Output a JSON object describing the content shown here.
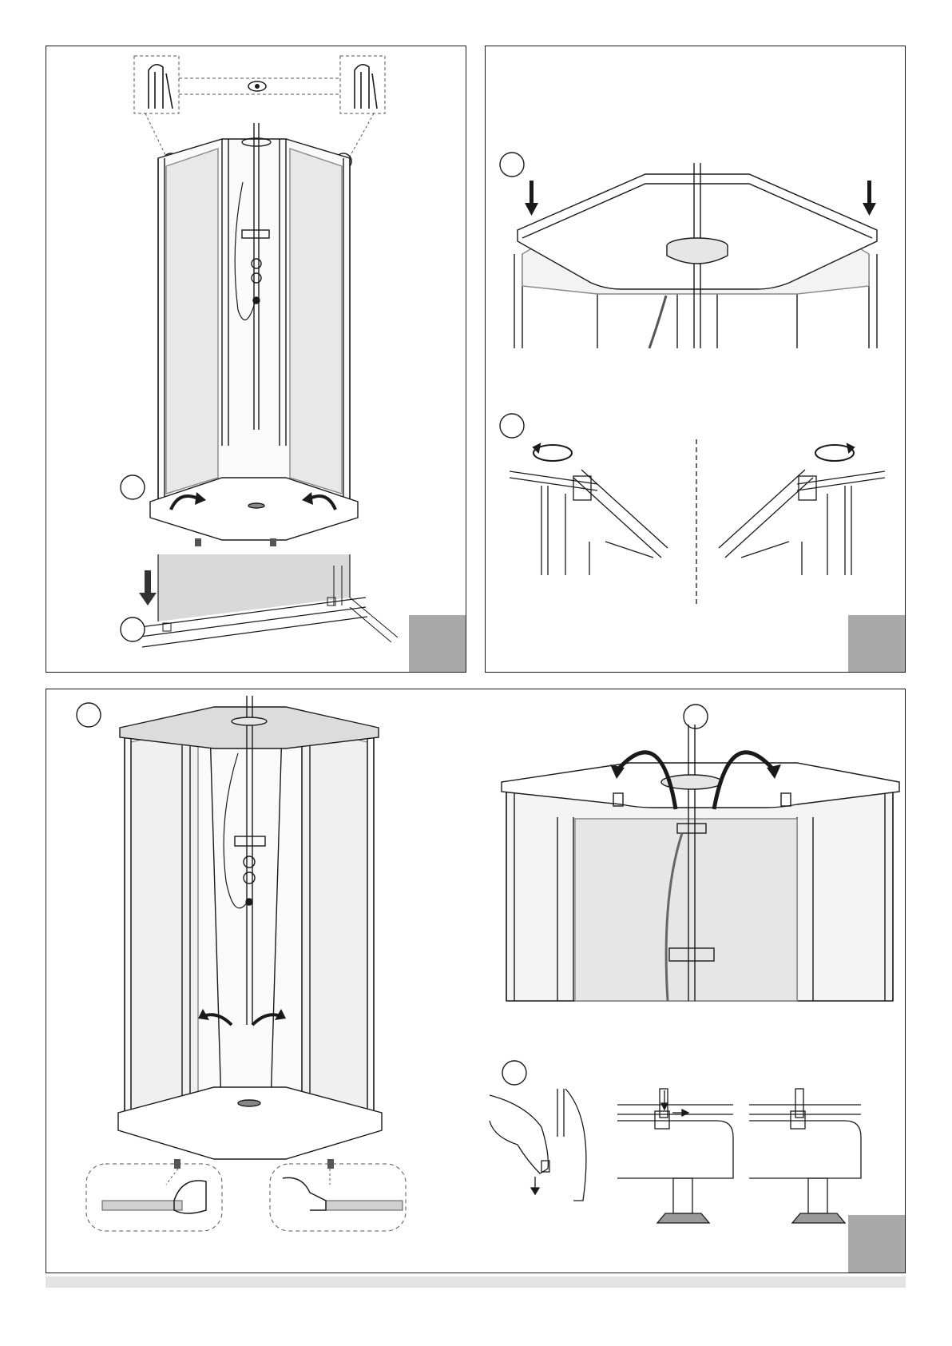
{
  "panels": [
    {
      "name": "panel-glass-seal-insertion",
      "page_tab": ""
    },
    {
      "name": "panel-top-frame-fitting",
      "page_tab": ""
    },
    {
      "name": "panel-door-installation",
      "page_tab": ""
    }
  ],
  "steps": {
    "p1_a": "",
    "p1_b": "",
    "p2_a": "",
    "p2_b": "",
    "p3_a": "",
    "p3_b": "",
    "p3_c": ""
  },
  "icons": {
    "eye": "eye-icon",
    "arrow_down": "arrow-down-icon",
    "arrow_curved": "curved-arrow-icon",
    "rotate": "rotate-icon"
  },
  "colors": {
    "line": "#1a1a1a",
    "glass": "#f3f3f3",
    "glass_shade": "#d9d9d9",
    "page_tab": "#a9a9a9",
    "footer_bar": "#e3e3e3"
  }
}
